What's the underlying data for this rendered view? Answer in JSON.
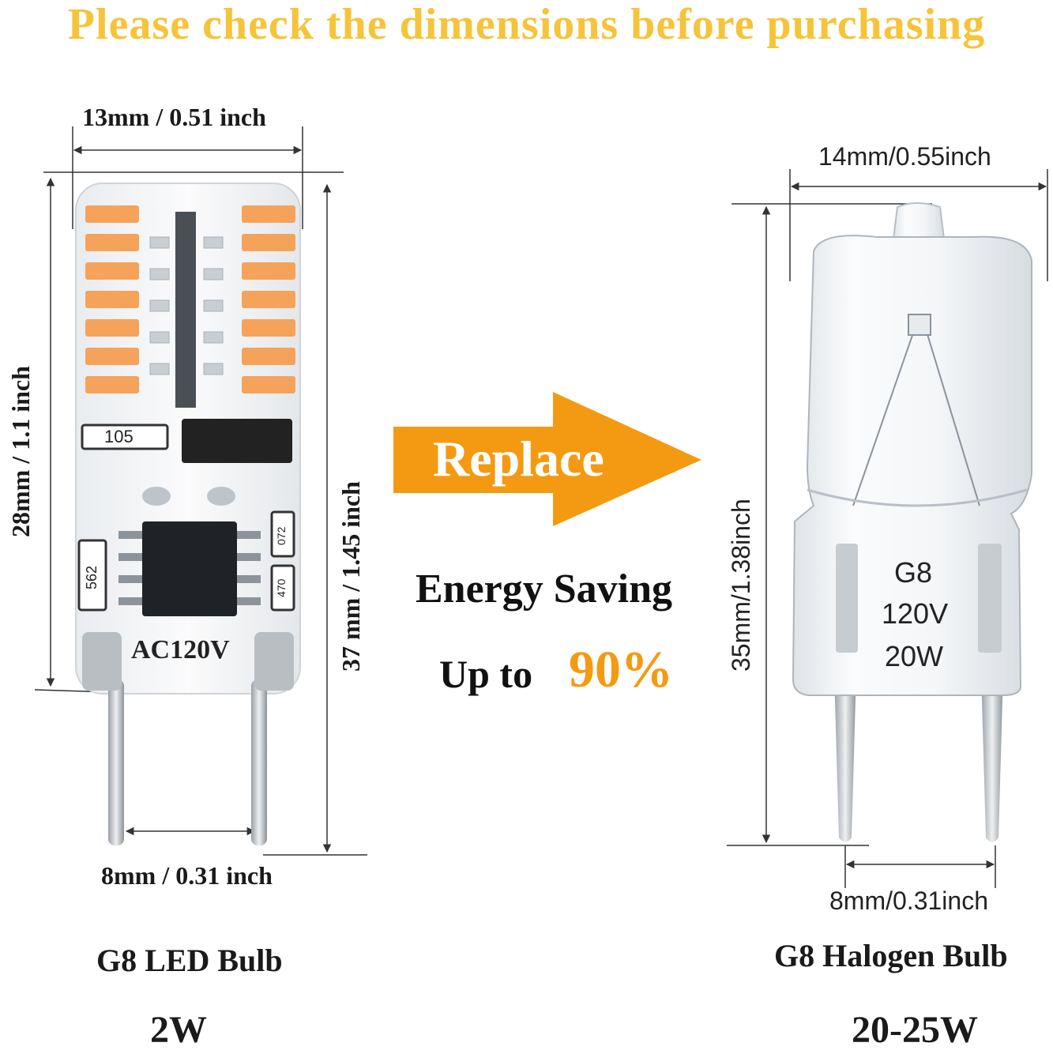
{
  "colors": {
    "headline": "#f5c43a",
    "accent_orange": "#f49a12",
    "led_chip": "#f5a35a",
    "dimension_line": "#333333"
  },
  "headline": "Please check the dimensions before purchasing",
  "led": {
    "width_label": "13mm / 0.51 inch",
    "body_height_label": "28mm / 1.1 inch",
    "total_height_label": "37 mm / 1.45 inch",
    "pin_spacing_label": "8mm / 0.31 inch",
    "name": "G8 LED Bulb",
    "wattage": "2W",
    "printed_voltage": "AC120V",
    "chip_code_1": "105",
    "chip_code_2": "562",
    "chip_code_3": "072",
    "chip_code_4": "470"
  },
  "center": {
    "arrow_label": "Replace",
    "saving_label": "Energy Saving",
    "up_to_label": "Up to",
    "percent": "90%"
  },
  "halogen": {
    "width_label": "14mm/0.55inch",
    "height_label": "35mm/1.38inch",
    "pin_spacing_label": "8mm/0.31inch",
    "name": "G8 Halogen Bulb",
    "wattage": "20-25W",
    "base_line_1": "G8",
    "base_line_2": "120V",
    "base_line_3": "20W"
  }
}
